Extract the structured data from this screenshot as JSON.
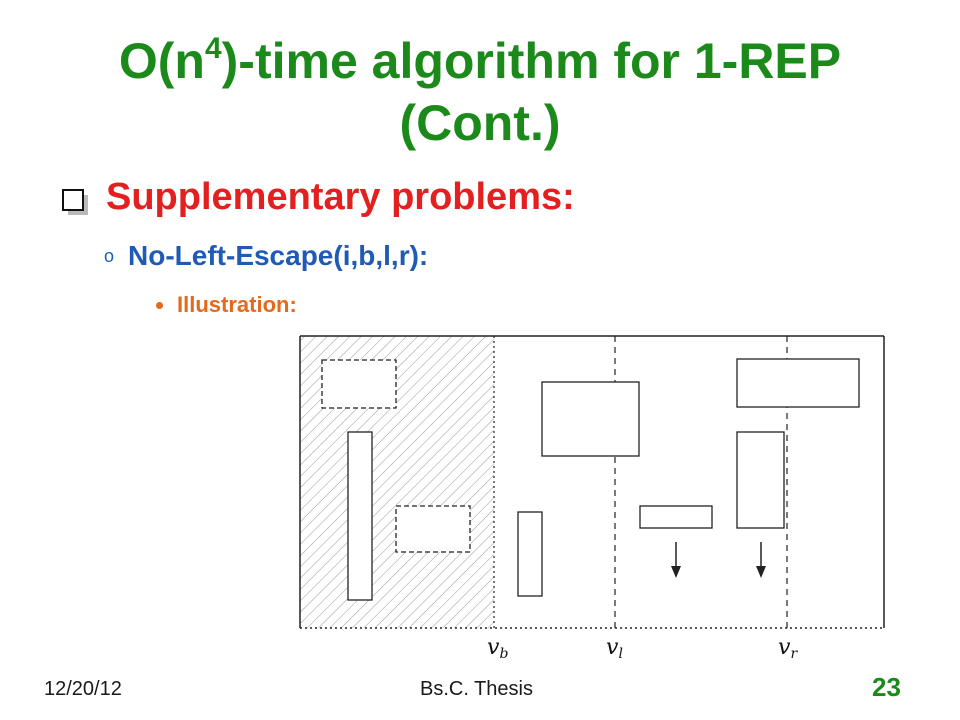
{
  "title": {
    "line1_prefix": "O(n",
    "line1_sup": "4",
    "line1_suffix": ")-time algorithm for 1-REP",
    "line2": "(Cont.)"
  },
  "bullets": {
    "level1": "Supplementary problems:",
    "level2": "No-Left-Escape(i,b,l,r):",
    "level3": "Illustration:"
  },
  "figure": {
    "labels": {
      "vb": "v",
      "vb_sub": "b",
      "vl": "v",
      "vl_sub": "l",
      "vr": "v",
      "vr_sub": "r"
    }
  },
  "footer": {
    "date": "12/20/12",
    "center": "Bs.C. Thesis",
    "page": "23"
  },
  "colors": {
    "title": "#1b8a1b",
    "level1": "#e32020",
    "level2": "#1f5bb5",
    "level3": "#e36a1c"
  }
}
